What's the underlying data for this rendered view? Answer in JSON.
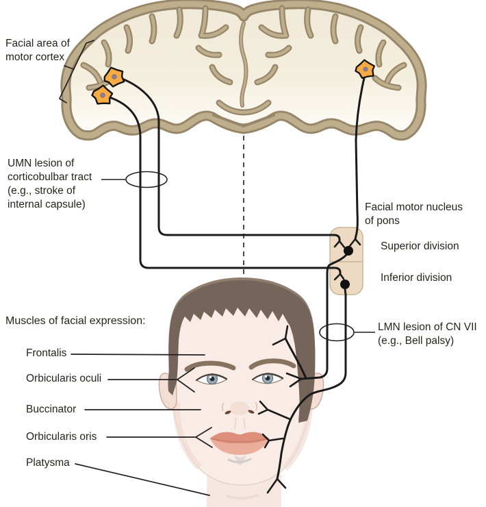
{
  "diagram": {
    "title_hint": "Facial nerve pathway diagram (UMN vs LMN lesions)",
    "labels": {
      "facial_area": "Facial area of\nmotor cortex",
      "umn_lesion": "UMN lesion of\ncorticobulbar tract\n(e.g., stroke of\ninternal capsule)",
      "facial_motor_nucleus": "Facial motor nucleus\nof pons",
      "superior_division": "Superior division",
      "inferior_division": "Inferior division",
      "lmn_lesion": "LMN lesion of CN VII\n(e.g., Bell palsy)",
      "muscles_header": "Muscles of facial expression:",
      "muscles": [
        "Frontalis",
        "Orbicularis oculi",
        "Buccinator",
        "Orbicularis oris",
        "Platysma"
      ]
    },
    "icons": {
      "cortical_neuron": "orange-star-neuron-icon",
      "motor_neuron_soma": "black-dot-neuron-icon",
      "lesion_marker": "ellipse-lesion-icon",
      "midline": "dashed-midline"
    },
    "colors": {
      "cortex_band": "#bfae8c",
      "cortex_outline": "#97866a",
      "cortex_fill": "#f0e9d7",
      "neuron_orange": "#f8ab42",
      "neuron_nucleus": "#8d7f9a",
      "pons_fill": "#eedac2",
      "pons_border": "#c8b496",
      "hair": "#75645a",
      "skin": "#f9ebe5",
      "lips": "#e79c88",
      "iris": "#9aacb8",
      "line": "#231f20"
    }
  }
}
